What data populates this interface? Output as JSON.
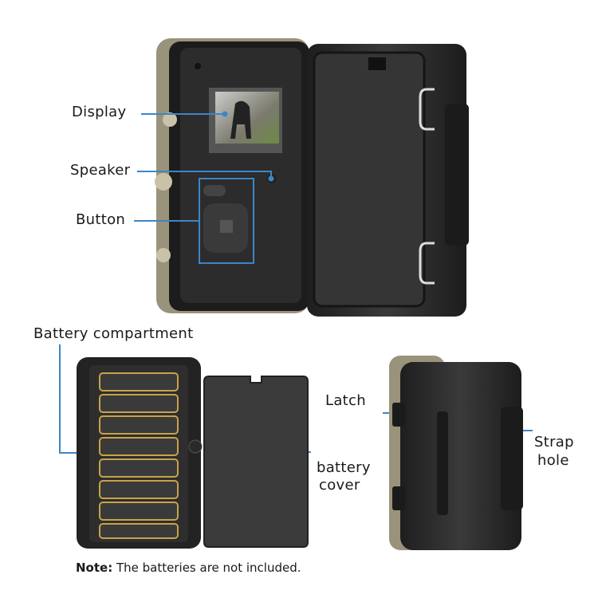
{
  "labels": {
    "display": "Display",
    "speaker": "Speaker",
    "button": "Button",
    "battery_compartment": "Battery compartment",
    "latch": "Latch",
    "strap_hole_line1": "Strap",
    "strap_hole_line2": "hole",
    "battery_cover_line1": "battery",
    "battery_cover_line2": "cover"
  },
  "note": {
    "prefix": "Note:",
    "text": "The batteries are not included."
  },
  "colors": {
    "callout_line": "#3d86c6",
    "camera_body": "#2b2b2b",
    "camo": "#8b8570"
  }
}
